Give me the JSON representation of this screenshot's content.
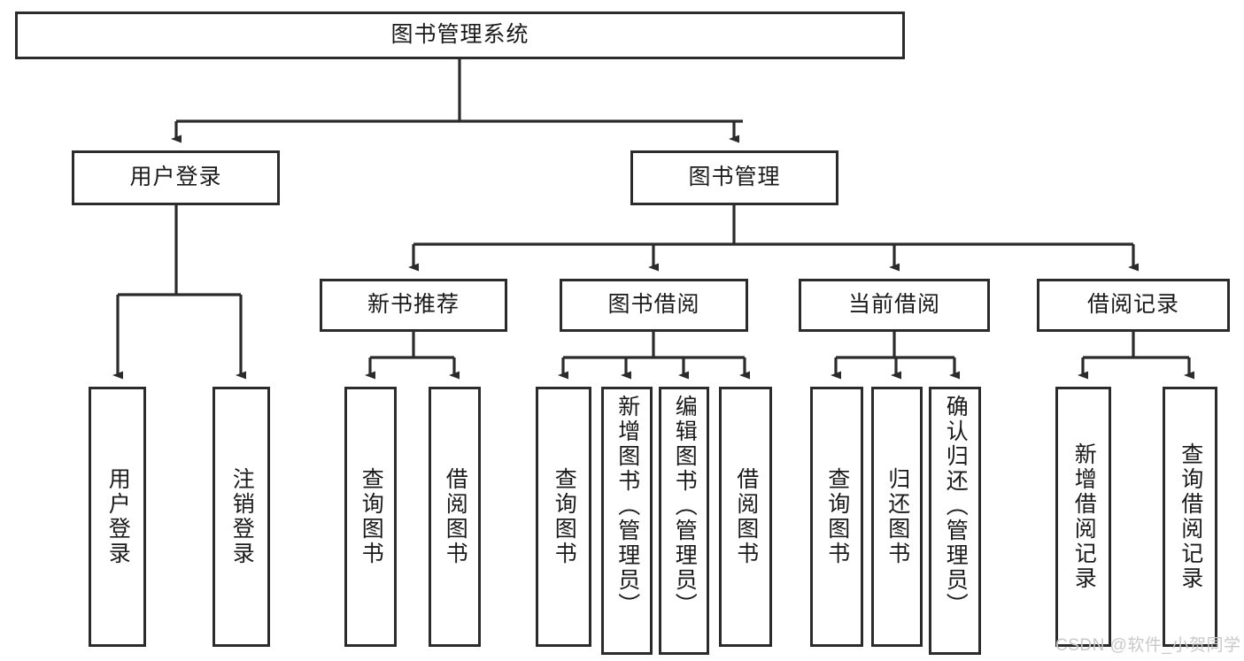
{
  "diagram": {
    "title": "图书管理系统",
    "type": "tree",
    "background_color": "#ffffff",
    "border_color": "#2b2b2b",
    "text_color": "#1a1a1a",
    "watermark": "CSDN @软件_小贺同学",
    "levels": {
      "root": "图书管理系统",
      "level2": [
        "用户登录",
        "图书管理"
      ],
      "level3": [
        "新书推荐",
        "图书借阅",
        "当前借阅",
        "借阅记录"
      ]
    },
    "nodes": {
      "root": {
        "label": "图书管理系统"
      },
      "user_login": {
        "label": "用户登录"
      },
      "book_manage": {
        "label": "图书管理"
      },
      "new_book_rec": {
        "label": "新书推荐"
      },
      "book_borrow": {
        "label": "图书借阅"
      },
      "current_borrow": {
        "label": "当前借阅"
      },
      "borrow_record": {
        "label": "借阅记录"
      },
      "leaf_user_login": {
        "label": "用户登录"
      },
      "leaf_user_logout": {
        "label": "注销登录"
      },
      "leaf_query_book_1": {
        "label": "查询图书"
      },
      "leaf_borrow_book_1": {
        "label": "借阅图书"
      },
      "leaf_query_book_2": {
        "label": "查询图书"
      },
      "leaf_add_book": {
        "label": "新增图书（管理员）"
      },
      "leaf_edit_book": {
        "label": "编辑图书（管理员）"
      },
      "leaf_borrow_book_2": {
        "label": "借阅图书"
      },
      "leaf_query_book_3": {
        "label": "查询图书"
      },
      "leaf_return_book": {
        "label": "归还图书"
      },
      "leaf_confirm_return": {
        "label": "确认归还（管理员）"
      },
      "leaf_add_record": {
        "label": "新增借阅记录"
      },
      "leaf_query_record": {
        "label": "查询借阅记录"
      }
    }
  }
}
